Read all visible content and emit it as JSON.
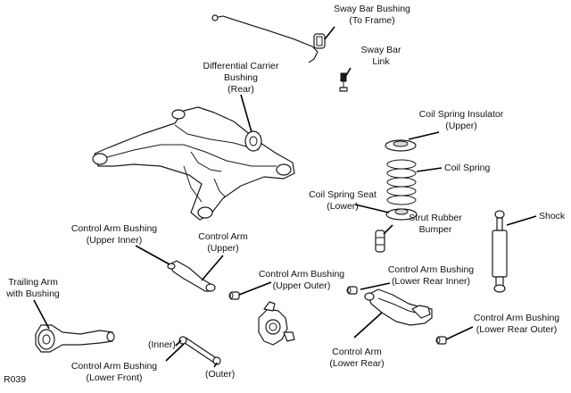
{
  "labels": {
    "sway_bar_bushing": "Sway Bar Bushing\n(To Frame)",
    "sway_bar_link": "Sway Bar\nLink",
    "diff_carrier_bushing": "Differential Carrier\nBushing\n(Rear)",
    "coil_spring_insulator": "Coil Spring Insulator\n(Upper)",
    "coil_spring": "Coil Spring",
    "coil_spring_seat": "Coil Spring Seat\n(Lower)",
    "strut_rubber_bumper": "Strut Rubber\nBumper",
    "shock": "Shock",
    "control_arm_bushing_upper_inner": "Control Arm Bushing\n(Upper Inner)",
    "control_arm_upper": "Control Arm\n(Upper)",
    "control_arm_bushing_upper_outer": "Control Arm Bushing\n(Upper Outer)",
    "control_arm_bushing_lower_rear_inner": "Control Arm Bushing\n(Lower Rear Inner)",
    "trailing_arm": "Trailing Arm\nwith Bushing",
    "inner": "(Inner)",
    "outer": "(Outer)",
    "control_arm_bushing_lower_front": "Control Arm Bushing\n(Lower Front)",
    "control_arm_lower_rear": "Control Arm\n(Lower Rear)",
    "control_arm_bushing_lower_rear_outer": "Control Arm Bushing\n(Lower Rear Outer)",
    "ref_code": "R039"
  },
  "colors": {
    "line": "#1a1a1a",
    "background": "#ffffff"
  }
}
